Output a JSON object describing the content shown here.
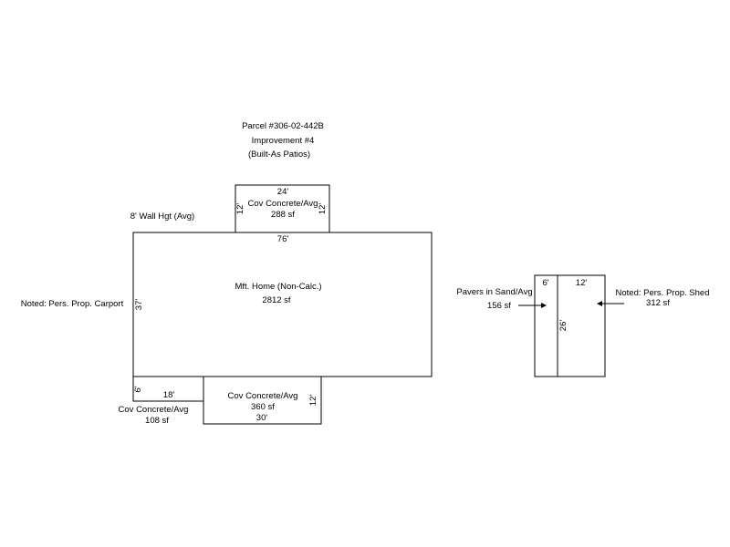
{
  "header": {
    "parcel": "Parcel #306-02-442B",
    "improvement": "Improvement #4",
    "note": "(Built-As Patios)"
  },
  "wall_height": "8' Wall Hgt (Avg)",
  "main_home": {
    "label": "Mft. Home (Non-Calc.)",
    "area": "2812 sf",
    "width": "76'",
    "depth": "37'"
  },
  "carport_note": "Noted: Pers. Prop. Carport",
  "top_patio": {
    "label": "Cov Concrete/Avg",
    "area": "288 sf",
    "width": "24'",
    "depth_left": "12'",
    "depth_right": "12'"
  },
  "small_patio": {
    "label": "Cov Concrete/Avg",
    "area": "108 sf",
    "width": "18'",
    "depth": "6'"
  },
  "bottom_patio": {
    "label": "Cov Concrete/Avg",
    "area": "360 sf",
    "width": "30'",
    "depth": "12'"
  },
  "pavers": {
    "label": "Pavers in Sand/Avg",
    "area": "156 sf",
    "width": "6'"
  },
  "shed": {
    "note": "Noted: Pers. Prop. Shed",
    "area": "312 sf",
    "width": "12'",
    "depth": "26'"
  }
}
